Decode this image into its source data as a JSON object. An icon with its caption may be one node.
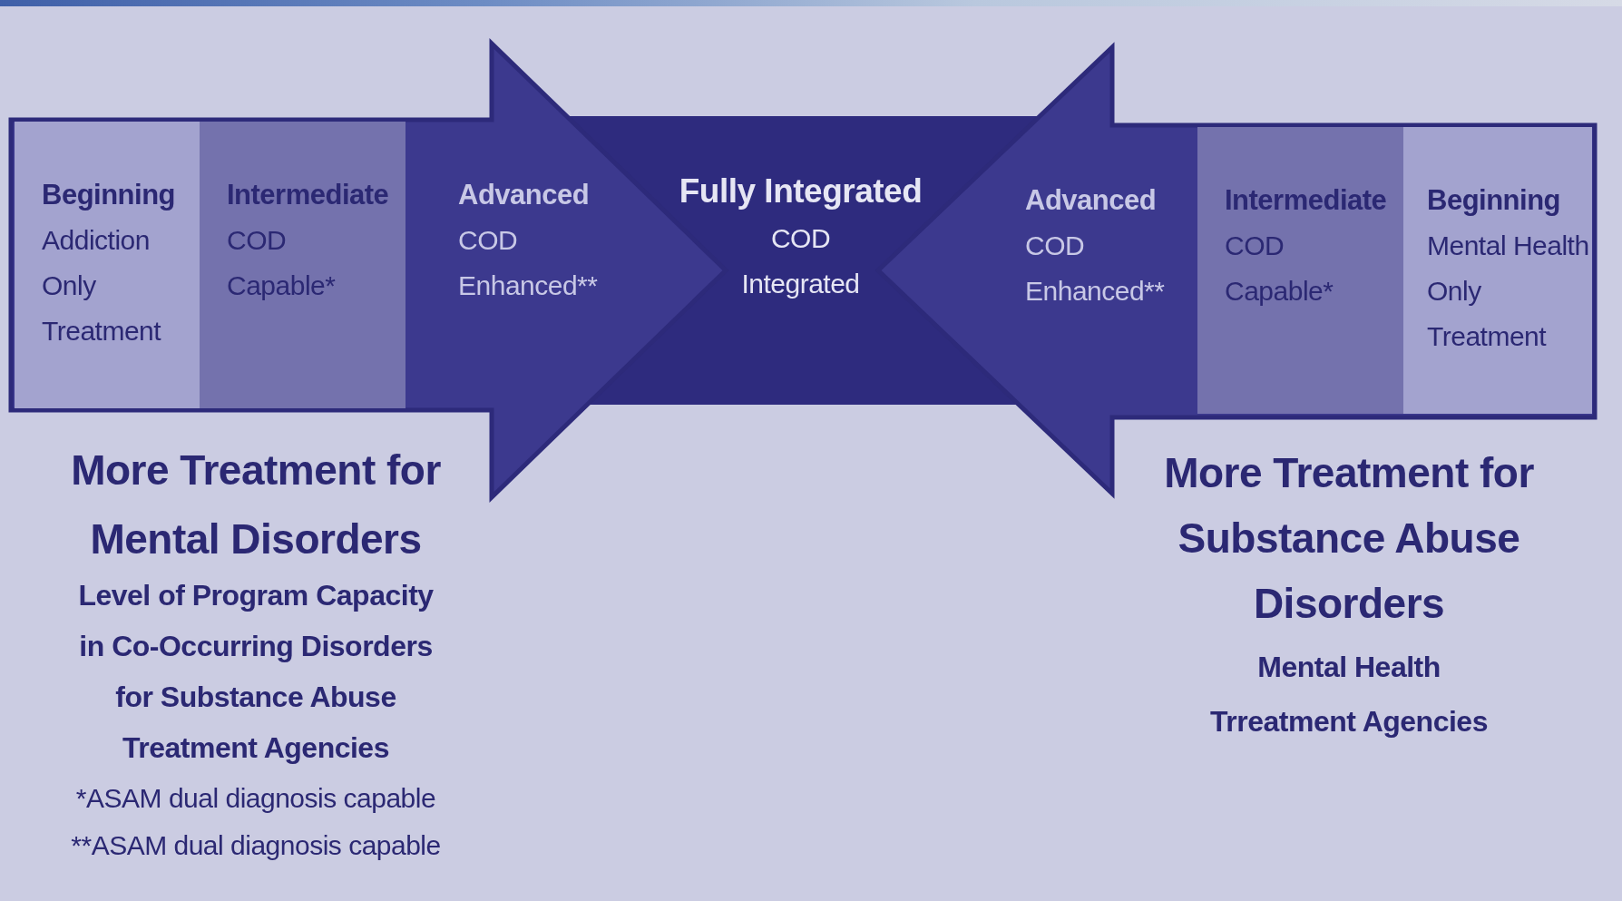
{
  "diagram": {
    "nodes": [
      {
        "text": [
          "Beginning",
          "Addiction Only Treatment"
        ]
      },
      {
        "text": [
          "Intermediate",
          "COD Capable*"
        ]
      },
      {
        "text": [
          "Advanced",
          "COD Enhanced**"
        ]
      },
      {
        "text": [
          "Fully Integrated",
          "COD Integrated"
        ]
      },
      {
        "text": [
          "Advanced",
          "COD Enhanced**"
        ]
      },
      {
        "text": [
          "Intermediate",
          "COD Capable*"
        ]
      },
      {
        "text": [
          "Beginning",
          "Mental Health Only Treatment"
        ]
      }
    ],
    "edges": [
      {
        "from": 0,
        "to": 3,
        "arrow": "to",
        "style": "thick"
      },
      {
        "from": 6,
        "to": 3,
        "arrow": "to",
        "style": "thick"
      }
    ],
    "labels": [
      "More Treatment for Mental Disorders",
      "More Treatment for Substance Abuse Disorders",
      "Level of Program Capacity in Co-Occurring Disorders for Substance Abuse Treatment Agencies",
      "Mental Health Trreatment Agencies",
      "*ASAM dual diagnosis capable",
      "**ASAM dual diagnosis capable"
    ]
  }
}
